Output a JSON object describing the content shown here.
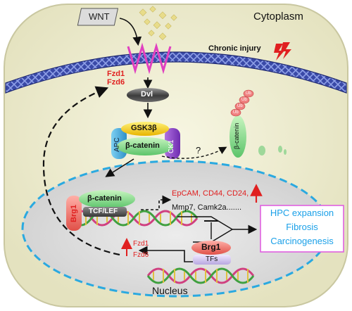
{
  "diagram": {
    "ligand": "WNT",
    "compartments": {
      "cytoplasm": "Cytoplasm",
      "nucleus": "Nucleus"
    },
    "stress": "Chronic injury",
    "receptors": [
      "Fzd1",
      "Fzd6"
    ],
    "dvl": "Dvl",
    "destruction_complex": {
      "apc": "APC",
      "gsk": "GSK3β",
      "ck1": "CK1",
      "bcat": "β-catenin"
    },
    "ubiquitin_tag": "Ub",
    "question_mark": "?",
    "free_bcat": "β-catenin",
    "nuclear_complex": {
      "bcat": "β-catenin",
      "tcf": "TCF/LEF",
      "brg1": "Brg1"
    },
    "target_genes_red": [
      "EpCAM,",
      "CD44,",
      "CD24,"
    ],
    "target_genes_black": "Mmp7, Camk2a.......",
    "outcomes": [
      "HPC expansion",
      "Fibrosis",
      "Carcinogenesis"
    ],
    "feedback_genes": [
      "Fzd1",
      "Fzd6"
    ],
    "brg1_tf": {
      "brg1": "Brg1",
      "tfs": "TFs"
    },
    "colors": {
      "cell_fill": "#f1efd2",
      "nucleus_fill": "#dcdcdc",
      "nucleus_border": "#2aa9e0",
      "membrane": "#2e3a8c",
      "receptor": "#e040c0",
      "gene_red": "#e02020",
      "outcome_text": "#1aa0e8",
      "outcome_border": "#e060e0"
    }
  }
}
